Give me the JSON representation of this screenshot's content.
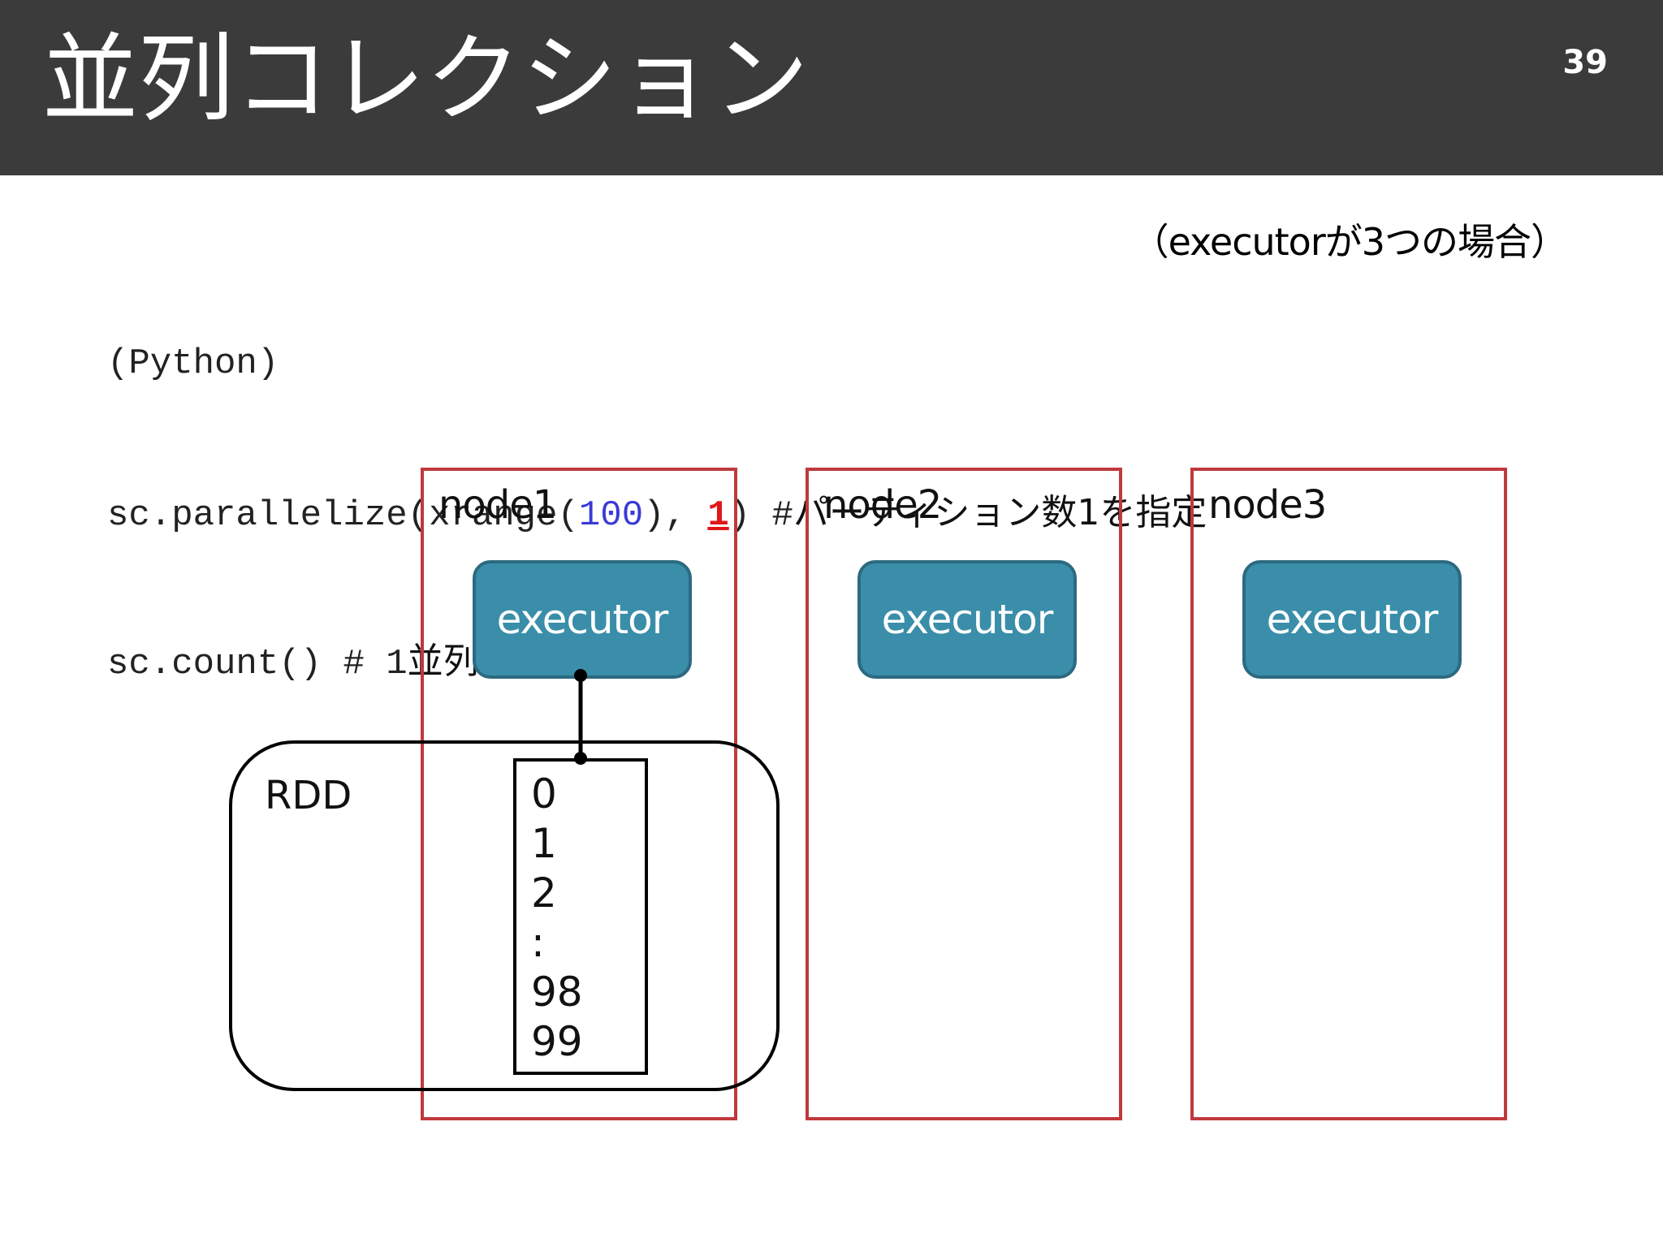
{
  "header": {
    "title": "並列コレクション",
    "page_number": "39"
  },
  "note": "（executorが3つの場合）",
  "code": {
    "line1": "(Python)",
    "line2_a": "sc.parallelize(xrange(",
    "line2_num": "100",
    "line2_b": "), ",
    "line2_hl": "1",
    "line2_c": ") #",
    "line2_comment": "パーティション数1を指定",
    "line3_a": "sc.count() # 1",
    "line3_comment": "並列で処理される"
  },
  "diagram": {
    "nodes": [
      {
        "label": "node1",
        "executor": "executor"
      },
      {
        "label": "node2",
        "executor": "executor"
      },
      {
        "label": "node3",
        "executor": "executor"
      }
    ],
    "rdd_label": "RDD",
    "partition_values": [
      "0",
      "1",
      "2",
      ":",
      "98",
      "99"
    ]
  },
  "colors": {
    "header_bg": "#3b3b3b",
    "node_border": "#c0393d",
    "executor_fill": "#3a8ea9",
    "executor_border": "#2c6a80",
    "highlight": "#e01818",
    "number": "#3a3ad8"
  }
}
